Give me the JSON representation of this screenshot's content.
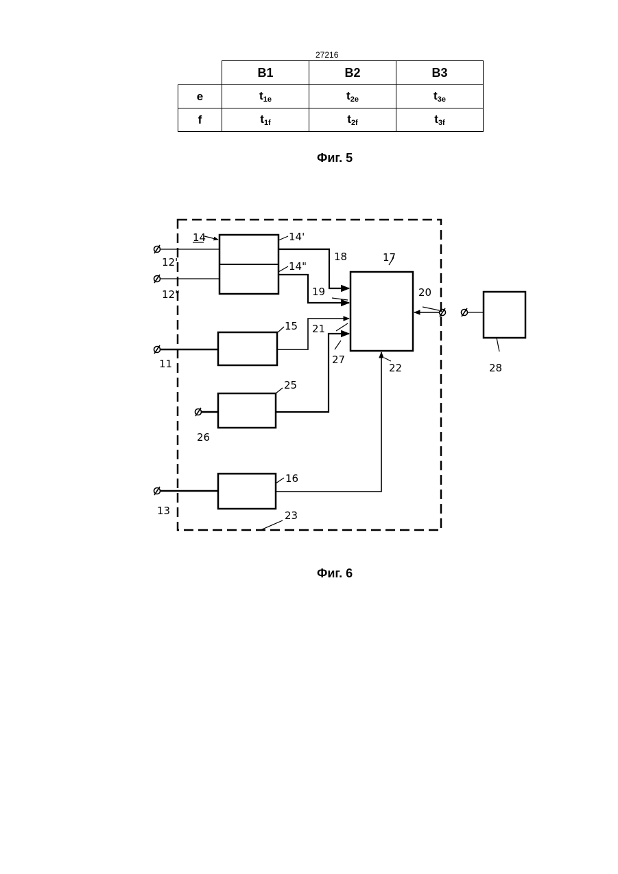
{
  "page_number": "27216",
  "fig5": {
    "caption": "Фиг. 5",
    "columns": [
      "B1",
      "B2",
      "B3"
    ],
    "rows": [
      {
        "label": "e",
        "cells": [
          {
            "t": "t",
            "s": "1e"
          },
          {
            "t": "t",
            "s": "2e"
          },
          {
            "t": "t",
            "s": "3e"
          }
        ]
      },
      {
        "label": "f",
        "cells": [
          {
            "t": "t",
            "s": "1f"
          },
          {
            "t": "t",
            "s": "2f"
          },
          {
            "t": "t",
            "s": "3f"
          }
        ]
      }
    ]
  },
  "fig6": {
    "caption": "Фиг. 6",
    "labels": {
      "l14": "14",
      "l14a": "14'",
      "l14b": "14\"",
      "l12a": "12'",
      "l12b": "12\"",
      "l18": "18",
      "l19": "19",
      "l17": "17",
      "l20": "20",
      "l21": "21",
      "l27": "27",
      "l22": "22",
      "l15": "15",
      "l11": "11",
      "l25": "25",
      "l26": "26",
      "l16": "16",
      "l13": "13",
      "l23": "23",
      "l28": "28"
    }
  }
}
